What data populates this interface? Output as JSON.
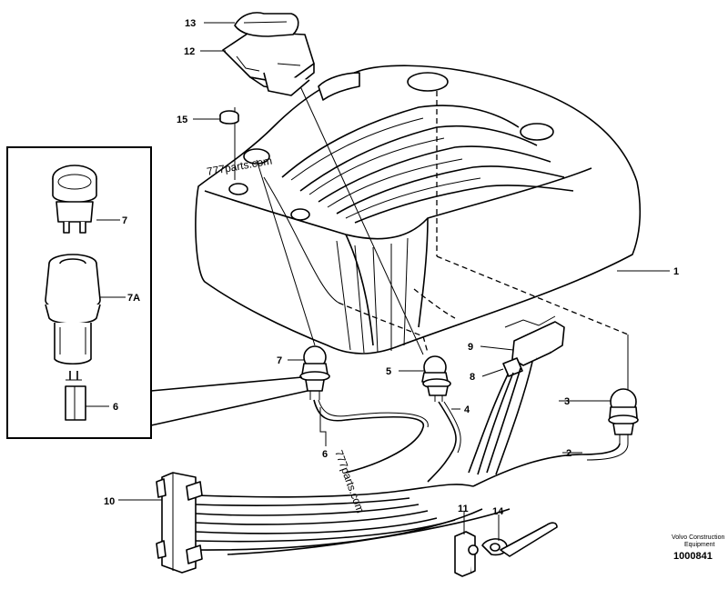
{
  "callouts": {
    "c1": "1",
    "c2": "2",
    "c3": "3",
    "c4": "4",
    "c5": "5",
    "c6a": "6",
    "c6b": "6",
    "c7a": "7",
    "c7b": "7",
    "c7A": "7A",
    "c8": "8",
    "c9": "9",
    "c10": "10",
    "c11": "11",
    "c12": "12",
    "c13": "13",
    "c14": "14",
    "c15": "15"
  },
  "watermarks": [
    "777parts.com",
    "777parts.com"
  ],
  "caption": {
    "line1": "Volvo Construction",
    "line2": "Equipment",
    "number": "1000841"
  }
}
